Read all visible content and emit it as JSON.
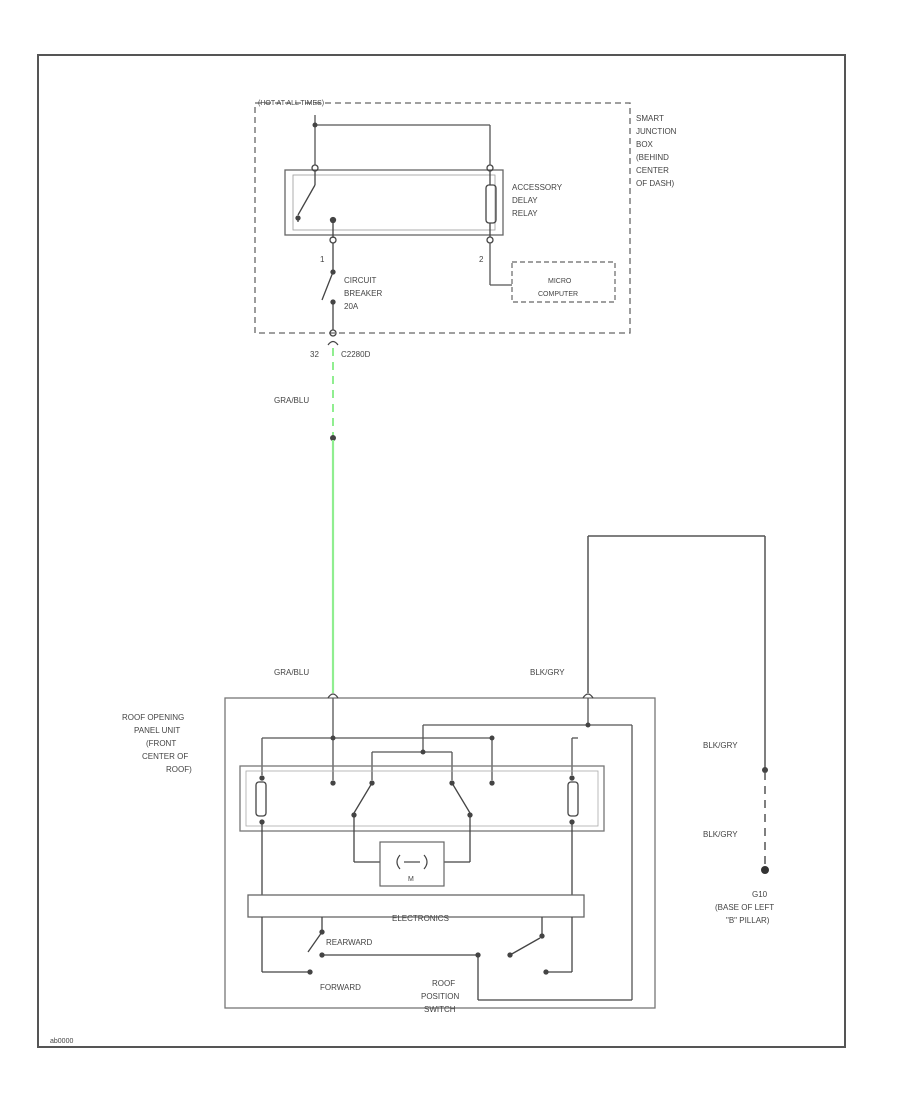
{
  "labels": {
    "hot_in": "(HOT AT ALL TIMES)",
    "sjb": [
      "SMART",
      "JUNCTION",
      "BOX",
      "(BEHIND",
      "CENTER",
      "OF DASH)"
    ],
    "relay": [
      "ACCESSORY",
      "DELAY",
      "RELAY"
    ],
    "micro": [
      "MICRO",
      "COMPUTER"
    ],
    "pin_top": "1",
    "pin_relay": "2",
    "breaker": [
      "CIRCUIT",
      "BREAKER",
      "20A"
    ],
    "pin_bottom": "32",
    "connector": "C2280D",
    "wire_top": "GRA/BLU",
    "wire_left": "GRA/BLU",
    "wire_right": "BLK/GRY",
    "ground_wire_1": "BLK/GRY",
    "ground_wire_2": "BLK/GRY",
    "ground": [
      "G10",
      "(BASE OF LEFT",
      "\"B\" PILLAR)"
    ],
    "roof_unit": [
      "ROOF OPENING",
      "PANEL UNIT",
      "(FRONT",
      "CENTER OF",
      "ROOF)"
    ],
    "motor": "M",
    "electronics": "ELECTRONICS",
    "rearward": "REARWARD",
    "forward": "FORWARD",
    "position_switch": [
      "ROOF",
      "POSITION",
      "SWITCH"
    ],
    "figure_id": "ab0000"
  },
  "colors": {
    "line": "#444444",
    "wire_green": "#90ee90",
    "frame": "#777777"
  }
}
